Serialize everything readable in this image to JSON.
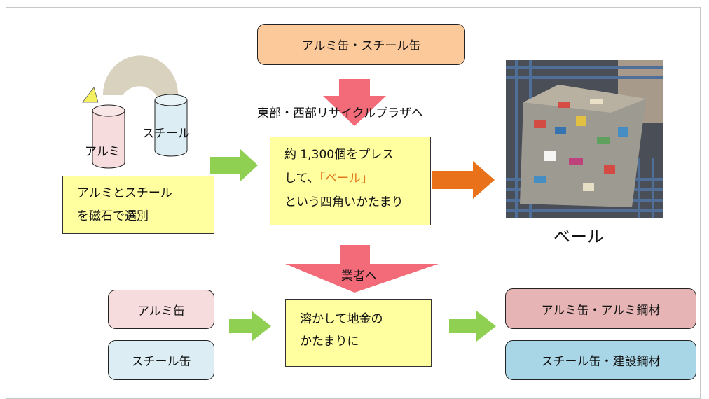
{
  "source_box": {
    "label": "アルミ缶・スチール缶"
  },
  "step_to_plaza": {
    "label": "東部・西部リサイクルプラザへ"
  },
  "illustration": {
    "aluminum_label": "アルミ",
    "steel_label": "スチール",
    "magnet_note_line1": "アルミとスチール",
    "magnet_note_line2": "を磁石で選別"
  },
  "press_box": {
    "line1": "約 1,300個をプレス",
    "line2_prefix": "して、",
    "line2_highlight": "「ベール」",
    "line3": "という四角いかたまり"
  },
  "photo": {
    "caption": "ベール"
  },
  "step_to_vendor": {
    "label": "業者へ"
  },
  "inputs": {
    "aluminum_can": "アルミ缶",
    "steel_can": "スチール缶"
  },
  "melt_box": {
    "line1": "溶かして地金の",
    "line2": "かたまりに"
  },
  "outputs": {
    "aluminum": "アルミ缶・アルミ鋼材",
    "steel": "スチール缶・建設鋼材"
  },
  "colors": {
    "source_fill": "#fcc99a",
    "note_fill": "#ffffa0",
    "aluminum_fill": "#f6dcdc",
    "steel_fill": "#dceef4",
    "aluminum_out_fill": "#e6b4b4",
    "steel_out_fill": "#a8d6e6",
    "pink_arrow": "#f36a78",
    "green_arrow": "#8fcf52",
    "orange_arrow": "#e8711a"
  }
}
